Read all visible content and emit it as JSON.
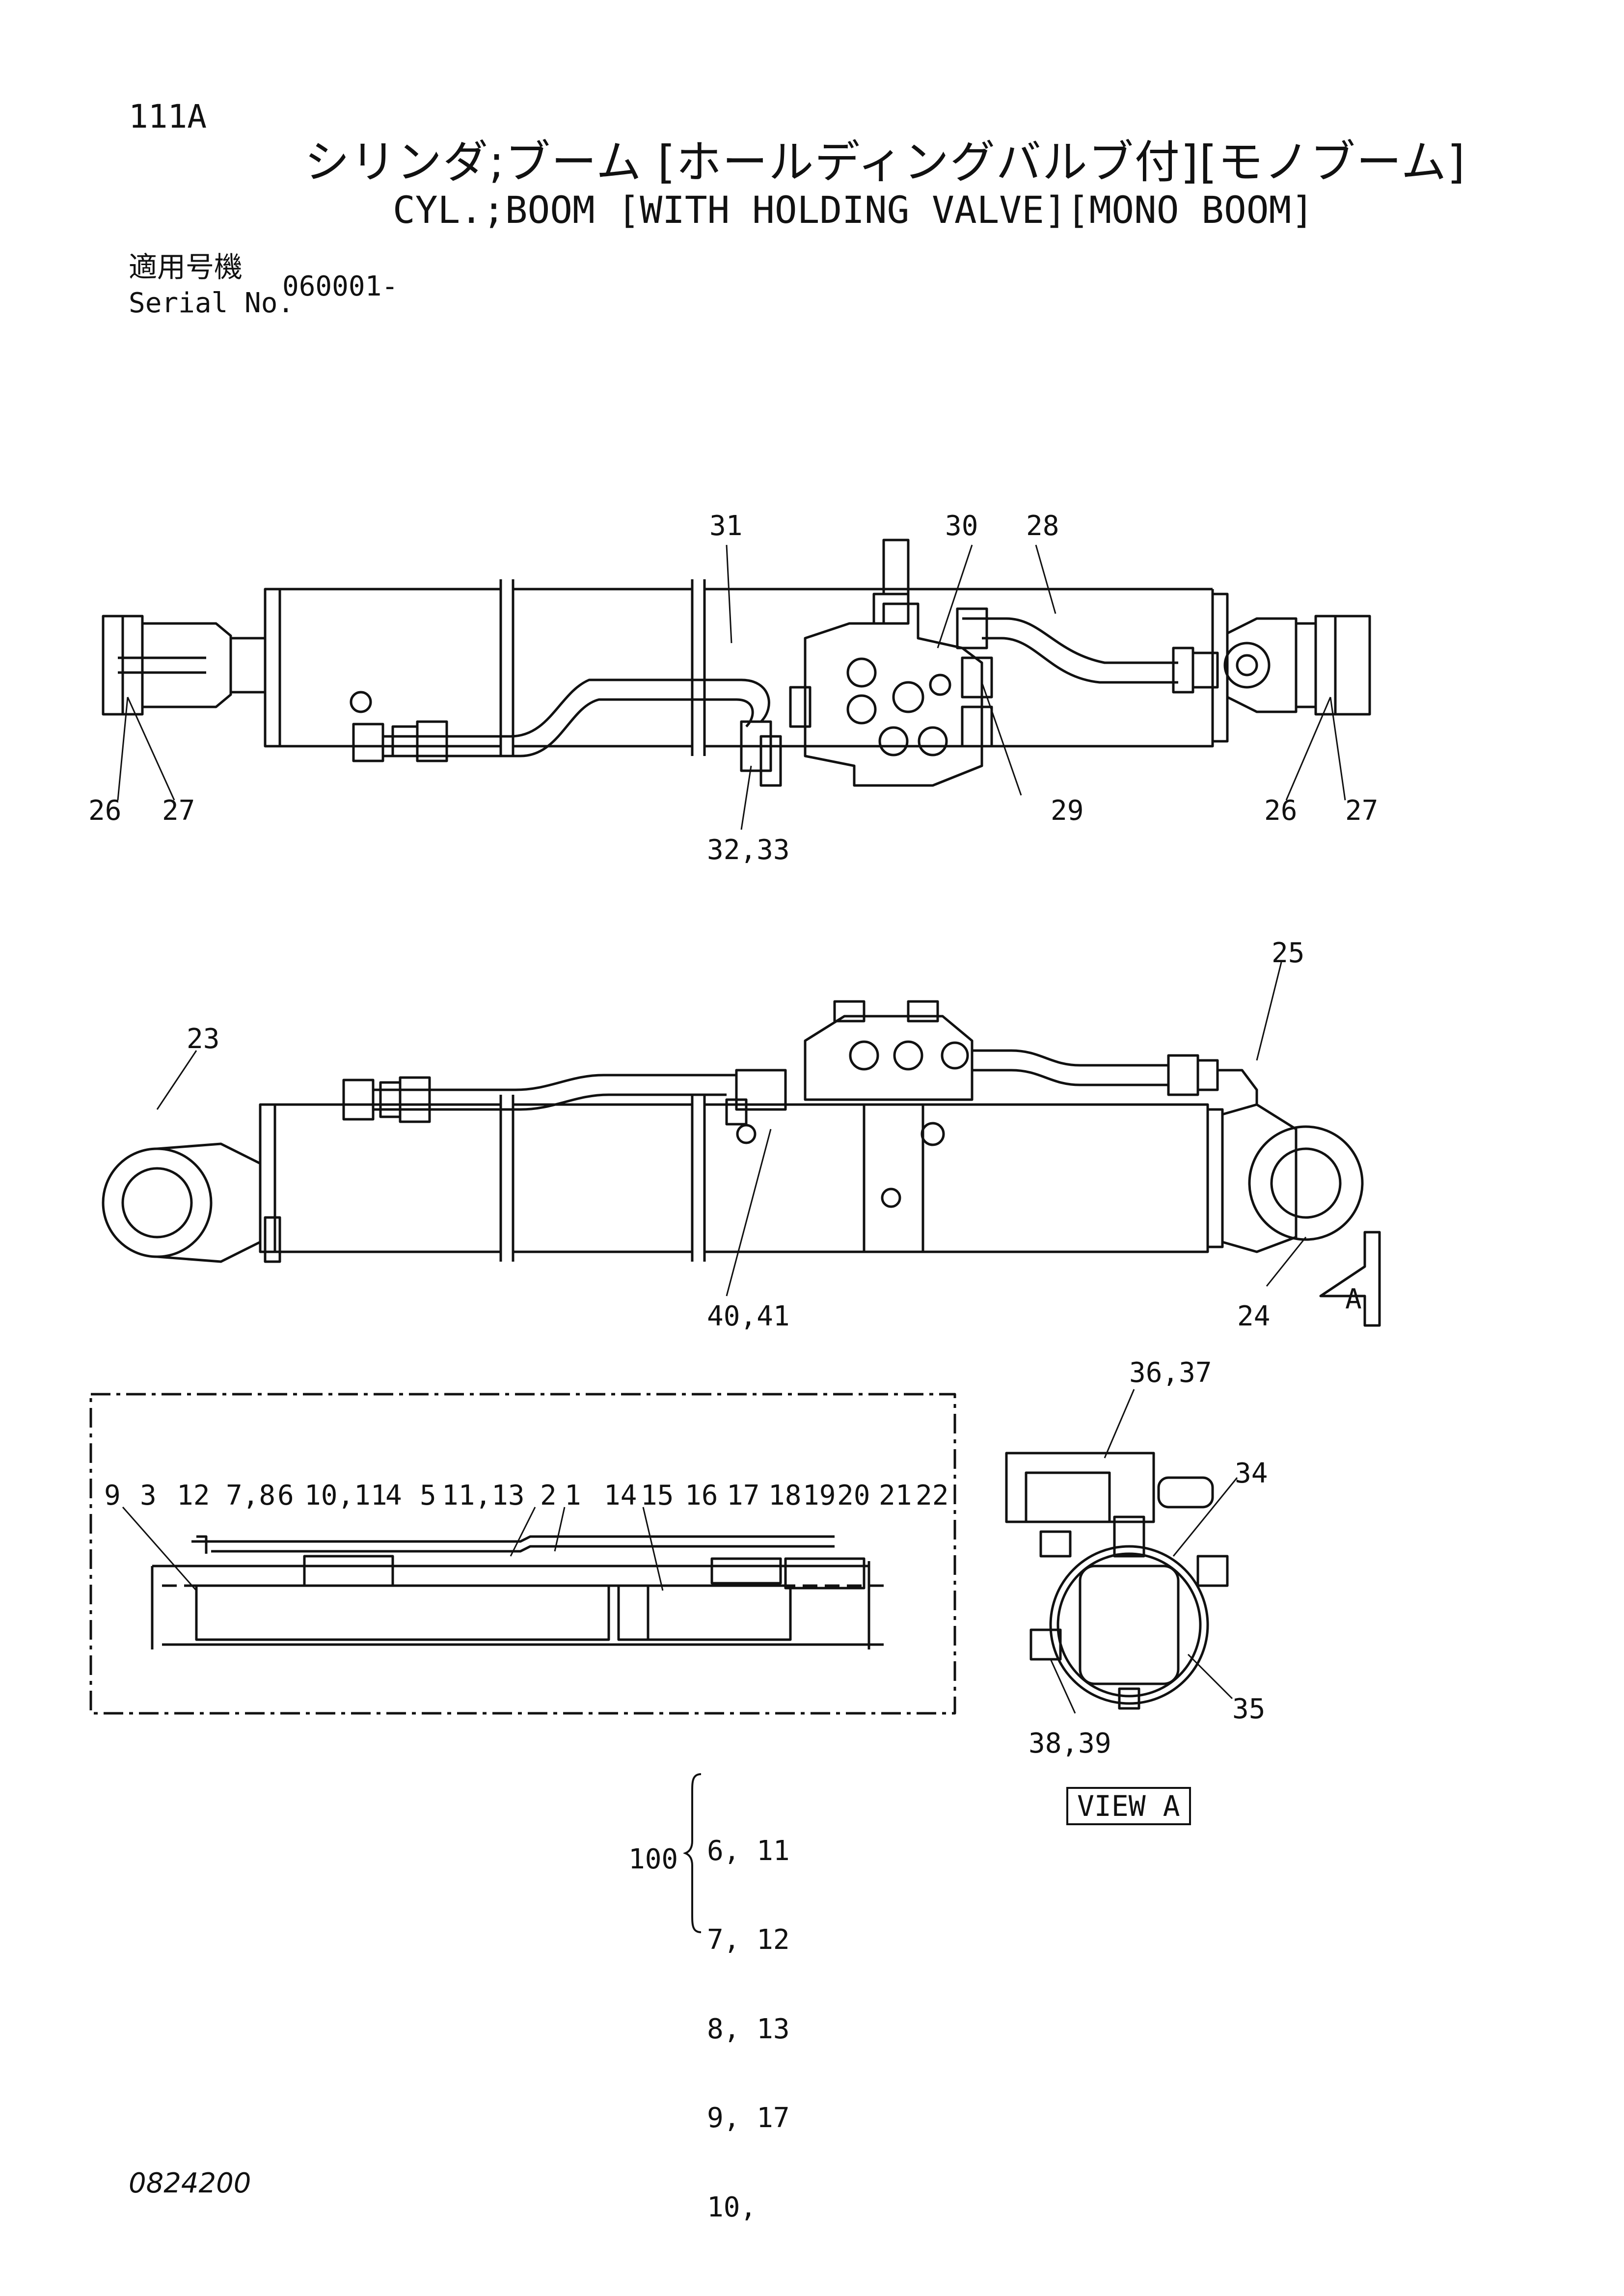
{
  "header": {
    "page_number": "111A",
    "title_jp": "シリンダ;ブーム [ホールディングバルブ付][モノブーム]",
    "title_en": "CYL.;BOOM [WITH HOLDING VALVE][MONO BOOM]",
    "serial_label_jp": "適用号機",
    "serial_label_en": "Serial No.",
    "serial_value": "060001-"
  },
  "callouts": {
    "top_view": [
      "31",
      "30",
      "28",
      "26",
      "27",
      "32,33",
      "29",
      "26",
      "27"
    ],
    "side_view": [
      "25",
      "23",
      "40,41",
      "24",
      "A"
    ],
    "section_view": [
      "9",
      "3",
      "12",
      "7,8",
      "6",
      "10,11",
      "4",
      "5",
      "11,13",
      "2",
      "1",
      "14",
      "15",
      "16",
      "17",
      "18",
      "19",
      "20",
      "21",
      "22"
    ],
    "view_a": [
      "36,37",
      "34",
      "35",
      "38,39"
    ]
  },
  "view_label": "VIEW A",
  "kit": {
    "number": "100",
    "items": [
      "6, 11",
      "7, 12",
      "8, 13",
      "9, 17",
      "10,"
    ]
  },
  "footer": {
    "document_number": "0824200"
  }
}
